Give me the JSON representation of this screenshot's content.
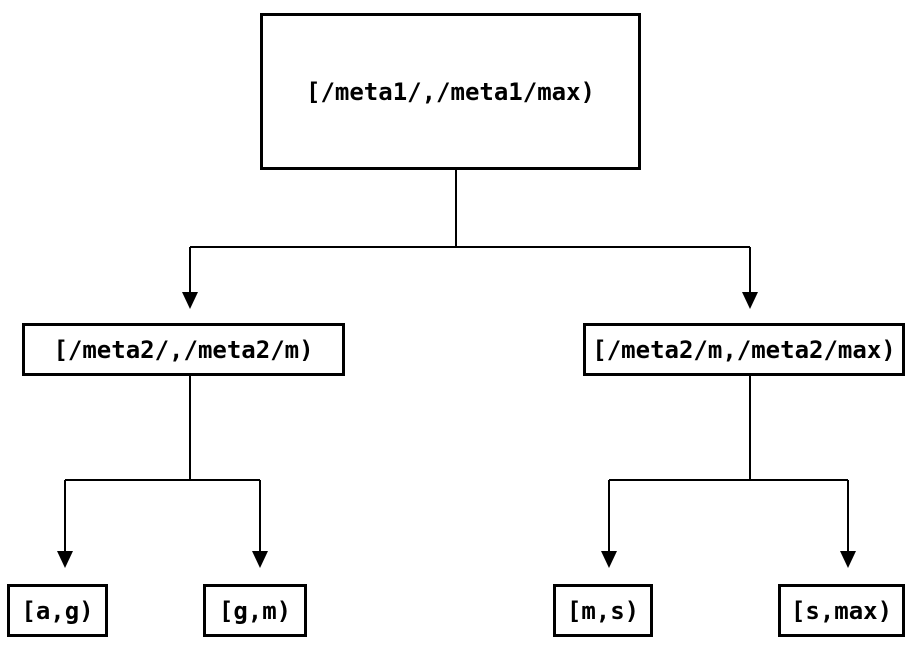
{
  "colors": {
    "background": "#ffffff",
    "line": "#000000",
    "box_border": "#000000",
    "text": "#000000"
  },
  "tree": {
    "root": {
      "label": "[/meta1/,/meta1/max)"
    },
    "children": [
      {
        "label": "[/meta2/,/meta2/m)",
        "children": [
          {
            "label": "[a,g)"
          },
          {
            "label": "[g,m)"
          }
        ]
      },
      {
        "label": "[/meta2/m,/meta2/max)",
        "children": [
          {
            "label": "[m,s)"
          },
          {
            "label": "[s,max)"
          }
        ]
      }
    ]
  }
}
